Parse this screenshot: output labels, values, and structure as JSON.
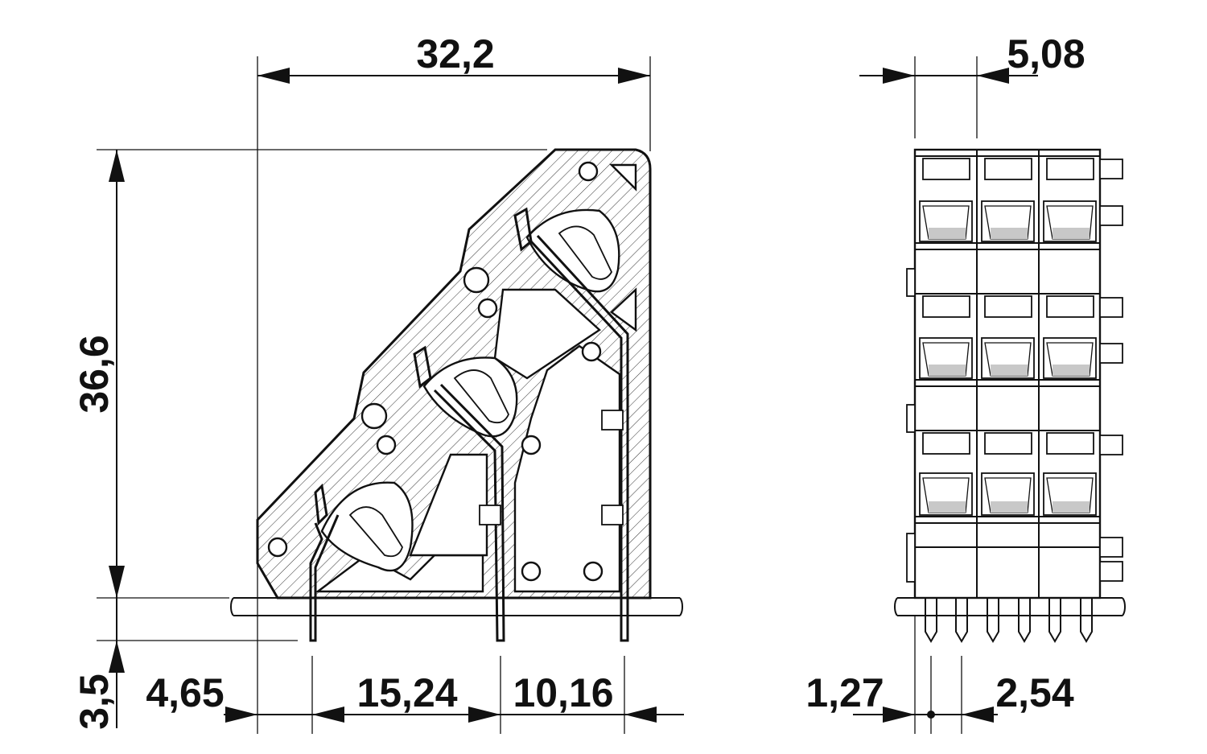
{
  "dimensions": {
    "overall_width": "32,2",
    "overall_height": "36,6",
    "pin_length": "3,5",
    "first_pin_offset": "4,65",
    "pin_spacing_a": "15,24",
    "pin_spacing_b": "10,16",
    "pitch": "5,08",
    "pin_offset_side": "1,27",
    "pin_spacing_side": "2,54"
  }
}
